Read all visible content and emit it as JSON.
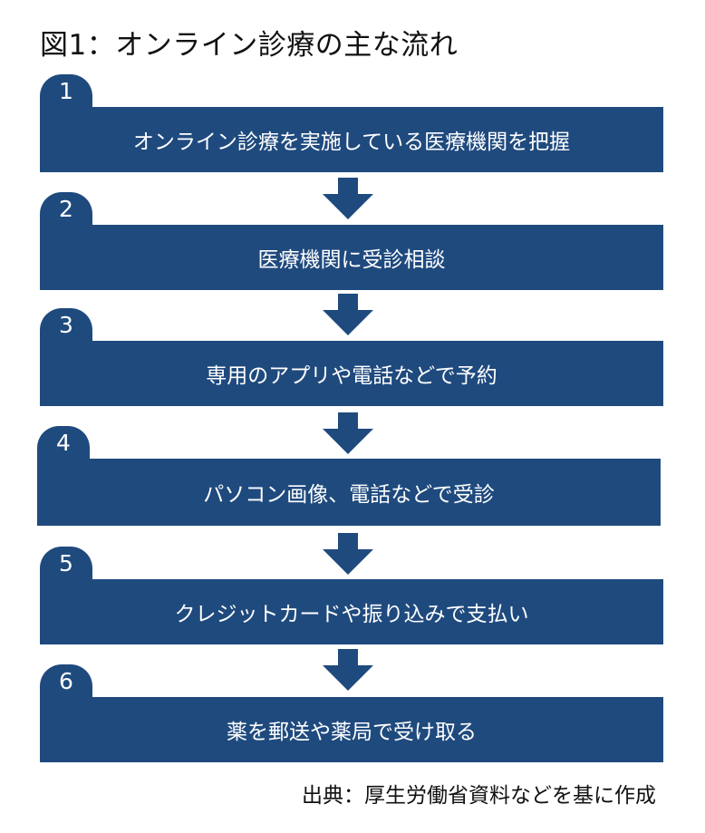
{
  "title": "図1：オンライン診療の主な流れ",
  "steps": [
    {
      "number": "1",
      "label": "オンライン診療を実施している医療機関を把握"
    },
    {
      "number": "2",
      "label": "医療機関に受診相談"
    },
    {
      "number": "3",
      "label": "専用のアプリや電話などで予約"
    },
    {
      "number": "4",
      "label": "パソコン画像、電話などで受診"
    },
    {
      "number": "5",
      "label": "クレジットカードや振り込みで支払い"
    },
    {
      "number": "6",
      "label": "薬を郵送や薬局で受け取る"
    }
  ],
  "source": "出典：厚生労働省資料などを基に作成",
  "colors": {
    "box_fill": "#1f4a7e",
    "box_text": "#ffffff",
    "arrow": "#1f4a7e",
    "text": "#111111"
  }
}
